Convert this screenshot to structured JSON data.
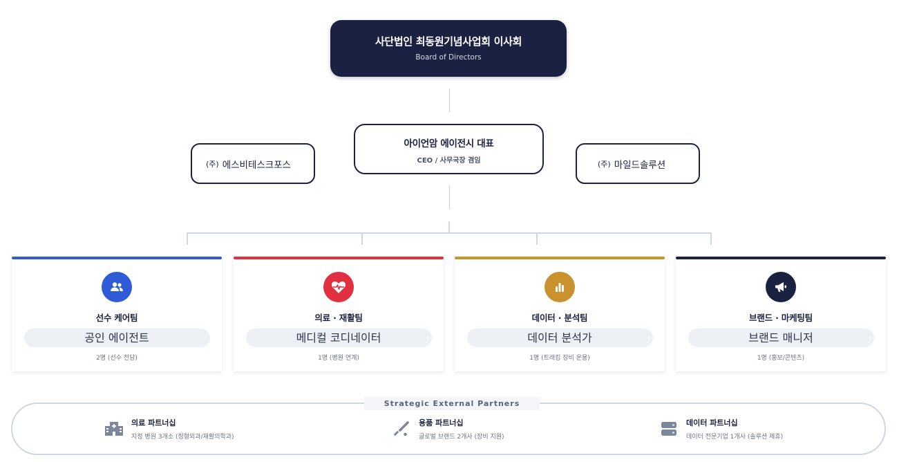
{
  "board": {
    "title": "사단법인 최동원기념사업회 이사회",
    "subtitle": "Board of Directors"
  },
  "ceo": {
    "title": "아이언암 에이전시 대표",
    "subtitle": "CEO / 사무국장 겸임"
  },
  "affiliates": [
    {
      "mark": "(주)",
      "name": "에스비테스크포스"
    },
    {
      "mark": "(주)",
      "name": "마일드솔루션"
    }
  ],
  "teams": [
    {
      "name": "선수 케어팀",
      "role": "공인 에이전트",
      "count": "2명 (선수 전담)",
      "color": "#2f5bd6",
      "icon": "users-icon"
    },
    {
      "name": "의료 · 재활팀",
      "role": "메디컬 코디네이터",
      "count": "1명 (병원 연계)",
      "color": "#e1303f",
      "icon": "heartbeat-icon"
    },
    {
      "name": "데이터 · 분석팀",
      "role": "데이터 분석가",
      "count": "1명 (트래킹 장비 운용)",
      "color": "#c9922e",
      "icon": "bar-chart-icon"
    },
    {
      "name": "브랜드 · 마케팅팀",
      "role": "브랜드 매니저",
      "count": "1명 (홍보/콘텐츠)",
      "color": "#1b2140",
      "icon": "megaphone-icon"
    }
  ],
  "partners": {
    "title": "Strategic External Partners",
    "items": [
      {
        "label": "의료 파트너십",
        "detail": "지정 병원 3개소 (정형외과/재활의학과)",
        "icon": "hospital-icon"
      },
      {
        "label": "용품 파트너십",
        "detail": "글로벌 브랜드 2개사 (장비 지원)",
        "icon": "baseball-bat-icon"
      },
      {
        "label": "데이터 파트너십",
        "detail": "데이터 전문기업 1개사 (솔루션 제휴)",
        "icon": "server-icon"
      }
    ]
  },
  "icon_color": "#7d879c"
}
